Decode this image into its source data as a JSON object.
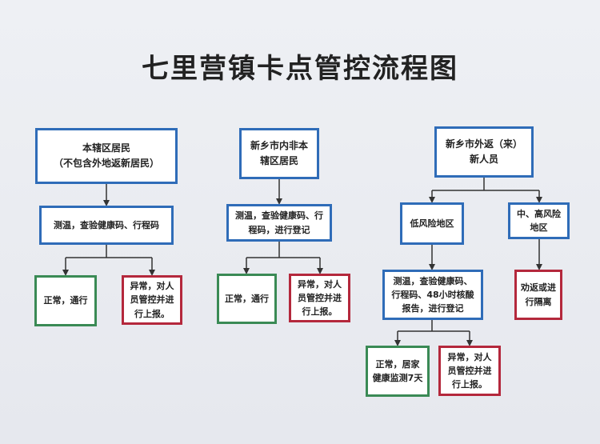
{
  "title": "七里营镇卡点管控流程图",
  "columns": [
    {
      "group_label": "本辖区居民\n（不包含外地返新居民）",
      "check_label": "测温，查验健康码、行程码",
      "normal_label": "正常，通行",
      "abnormal_label": "异常，对人\n员管控并进\n行上报。"
    },
    {
      "group_label": "新乡市内非本\n辖区居民",
      "check_label": "测温，查验健康码、行\n程码，进行登记",
      "normal_label": "正常，通行",
      "abnormal_label": "异常，对人\n员管控并进\n行上报。"
    },
    {
      "group_label": "新乡市外返（来）\n新人员",
      "low_risk_label": "低风险地区",
      "mid_high_risk_label": "中、高风险\n地区",
      "isolate_label": "劝返或进\n行隔离",
      "check_label": "测温，查验健康码、\n行程码、48小时核酸\n报告，进行登记",
      "normal_label": "正常，居家\n健康监测7天",
      "abnormal_label": "异常，对人\n员管控并进\n行上报。"
    }
  ],
  "colors": {
    "process_border": "#2f6cb8",
    "normal_border": "#3a8a55",
    "abnormal_border": "#b4283c",
    "arrow": "#333333"
  }
}
